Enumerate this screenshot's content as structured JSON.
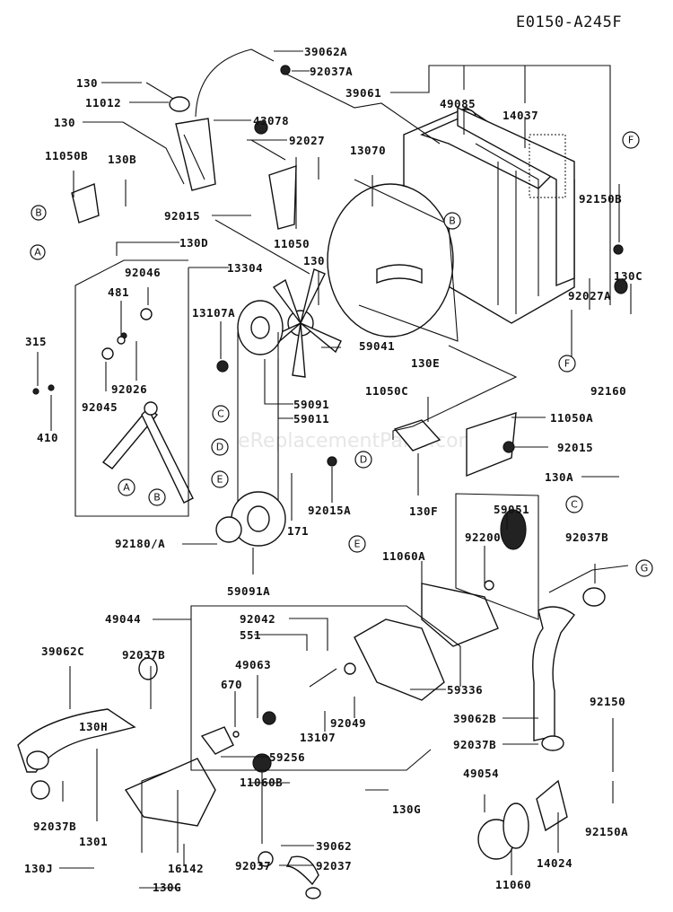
{
  "diagram": {
    "code": "E0150-A245F",
    "watermark": "eReplacementParts.com",
    "reference_letters": [
      "A",
      "B",
      "C",
      "D",
      "E",
      "F",
      "G"
    ],
    "part_labels": [
      {
        "id": "39062A",
        "text": "39062A"
      },
      {
        "id": "92037A",
        "text": "92037A"
      },
      {
        "id": "130-a",
        "text": "130"
      },
      {
        "id": "11012",
        "text": "11012"
      },
      {
        "id": "130-b",
        "text": "130"
      },
      {
        "id": "43078",
        "text": "43078"
      },
      {
        "id": "92027",
        "text": "92027"
      },
      {
        "id": "39061",
        "text": "39061"
      },
      {
        "id": "49085",
        "text": "49085"
      },
      {
        "id": "14037",
        "text": "14037"
      },
      {
        "id": "13070",
        "text": "13070"
      },
      {
        "id": "11050B",
        "text": "11050B"
      },
      {
        "id": "130B",
        "text": "130B"
      },
      {
        "id": "92015",
        "text": "92015"
      },
      {
        "id": "11050",
        "text": "11050"
      },
      {
        "id": "92150B",
        "text": "92150B"
      },
      {
        "id": "130D",
        "text": "130D"
      },
      {
        "id": "130-c",
        "text": "130"
      },
      {
        "id": "13304",
        "text": "13304"
      },
      {
        "id": "92046",
        "text": "92046"
      },
      {
        "id": "481",
        "text": "481"
      },
      {
        "id": "13107A",
        "text": "13107A"
      },
      {
        "id": "130C",
        "text": "130C"
      },
      {
        "id": "92027A",
        "text": "92027A"
      },
      {
        "id": "315",
        "text": "315"
      },
      {
        "id": "59041",
        "text": "59041"
      },
      {
        "id": "92026",
        "text": "92026"
      },
      {
        "id": "92045",
        "text": "92045"
      },
      {
        "id": "410",
        "text": "410"
      },
      {
        "id": "130E",
        "text": "130E"
      },
      {
        "id": "59091",
        "text": "59091"
      },
      {
        "id": "59011",
        "text": "59011"
      },
      {
        "id": "11050C",
        "text": "11050C"
      },
      {
        "id": "92160",
        "text": "92160"
      },
      {
        "id": "11050A",
        "text": "11050A"
      },
      {
        "id": "92015b",
        "text": "92015"
      },
      {
        "id": "130A",
        "text": "130A"
      },
      {
        "id": "92015A",
        "text": "92015A"
      },
      {
        "id": "130F",
        "text": "130F"
      },
      {
        "id": "171",
        "text": "171"
      },
      {
        "id": "59051",
        "text": "59051"
      },
      {
        "id": "92200",
        "text": "92200"
      },
      {
        "id": "92180A",
        "text": "92180/A"
      },
      {
        "id": "11060A",
        "text": "11060A"
      },
      {
        "id": "92037B-a",
        "text": "92037B"
      },
      {
        "id": "59091A",
        "text": "59091A"
      },
      {
        "id": "49044",
        "text": "49044"
      },
      {
        "id": "92042",
        "text": "92042"
      },
      {
        "id": "551",
        "text": "551"
      },
      {
        "id": "39062C",
        "text": "39062C"
      },
      {
        "id": "92037B-b",
        "text": "92037B"
      },
      {
        "id": "49063",
        "text": "49063"
      },
      {
        "id": "670",
        "text": "670"
      },
      {
        "id": "59336",
        "text": "59336"
      },
      {
        "id": "92049",
        "text": "92049"
      },
      {
        "id": "13107",
        "text": "13107"
      },
      {
        "id": "39062B",
        "text": "39062B"
      },
      {
        "id": "92150",
        "text": "92150"
      },
      {
        "id": "130H",
        "text": "130H"
      },
      {
        "id": "59256",
        "text": "59256"
      },
      {
        "id": "92037B-c",
        "text": "92037B"
      },
      {
        "id": "11060B",
        "text": "11060B"
      },
      {
        "id": "49054",
        "text": "49054"
      },
      {
        "id": "130G-a",
        "text": "130G"
      },
      {
        "id": "92037B-d",
        "text": "92037B"
      },
      {
        "id": "1301",
        "text": "1301"
      },
      {
        "id": "92150A",
        "text": "92150A"
      },
      {
        "id": "14024",
        "text": "14024"
      },
      {
        "id": "39062",
        "text": "39062"
      },
      {
        "id": "92037",
        "text": "92037"
      },
      {
        "id": "92037-b",
        "text": "92037"
      },
      {
        "id": "130J",
        "text": "130J"
      },
      {
        "id": "16142",
        "text": "16142"
      },
      {
        "id": "11060",
        "text": "11060"
      },
      {
        "id": "130G-b",
        "text": "130G"
      }
    ]
  }
}
